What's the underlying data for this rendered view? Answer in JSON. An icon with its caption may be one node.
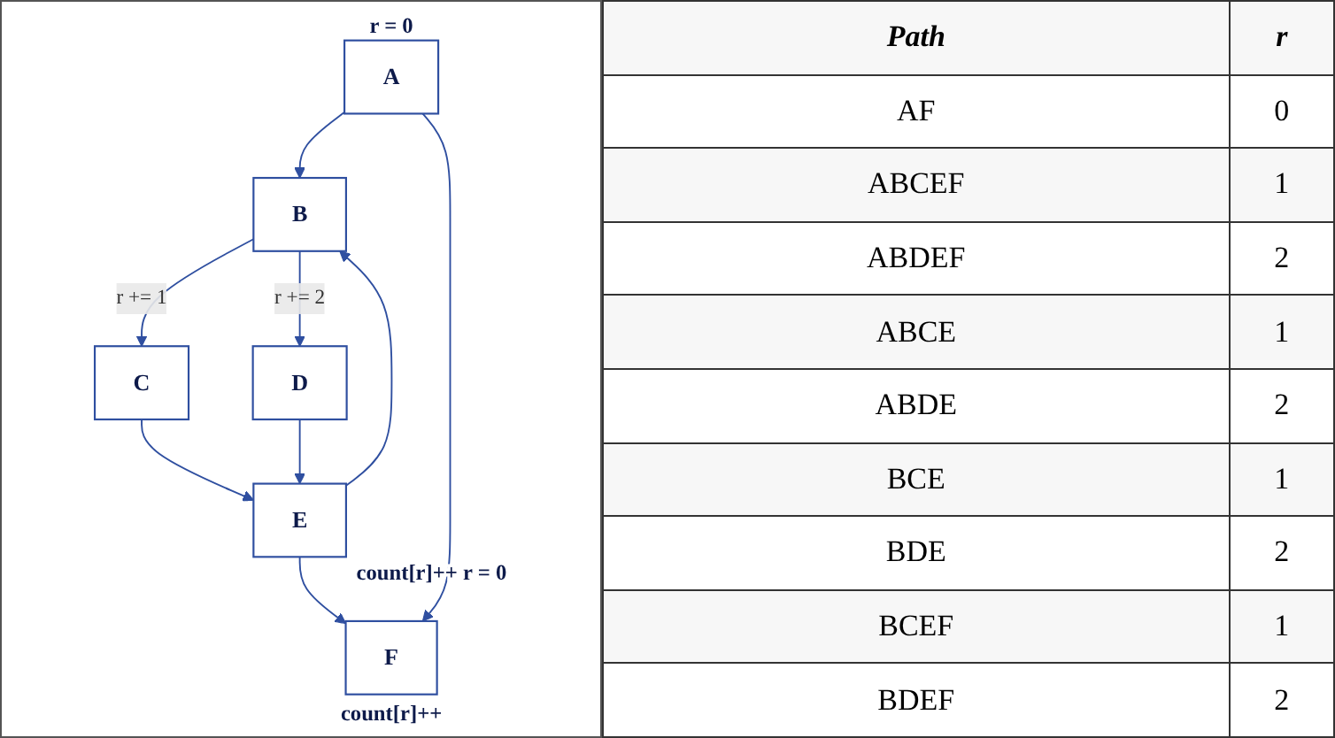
{
  "diagram": {
    "nodes": [
      {
        "text": [
          "A"
        ],
        "beside": [
          "r = 0"
        ]
      },
      {
        "text": [
          "B"
        ]
      },
      {
        "text": [
          "C"
        ]
      },
      {
        "text": [
          "D"
        ]
      },
      {
        "text": [
          "E"
        ],
        "beside": [
          "count[r]++ r = 0"
        ]
      },
      {
        "text": [
          "F"
        ],
        "beside": [
          "count[r]++"
        ]
      }
    ],
    "edges": [
      {
        "from": 0,
        "to": 1,
        "arrow": "to"
      },
      {
        "from": 1,
        "to": 2,
        "arrow": "to",
        "label": "r += 1"
      },
      {
        "from": 1,
        "to": 3,
        "arrow": "to",
        "label": "r += 2"
      },
      {
        "from": 2,
        "to": 4,
        "arrow": "to"
      },
      {
        "from": 3,
        "to": 4,
        "arrow": "to"
      },
      {
        "from": 4,
        "to": 1,
        "arrow": "to"
      },
      {
        "from": 4,
        "to": 5,
        "arrow": "to"
      },
      {
        "from": 0,
        "to": 5,
        "arrow": "to"
      }
    ],
    "labels": [
      "Path",
      "r",
      "AF",
      "0",
      "ABCEF",
      "1",
      "ABDEF",
      "2",
      "ABCE",
      "1",
      "ABDE",
      "2",
      "BCE",
      "1",
      "BDE",
      "2",
      "BCEF",
      "1",
      "BDEF",
      "2"
    ]
  }
}
